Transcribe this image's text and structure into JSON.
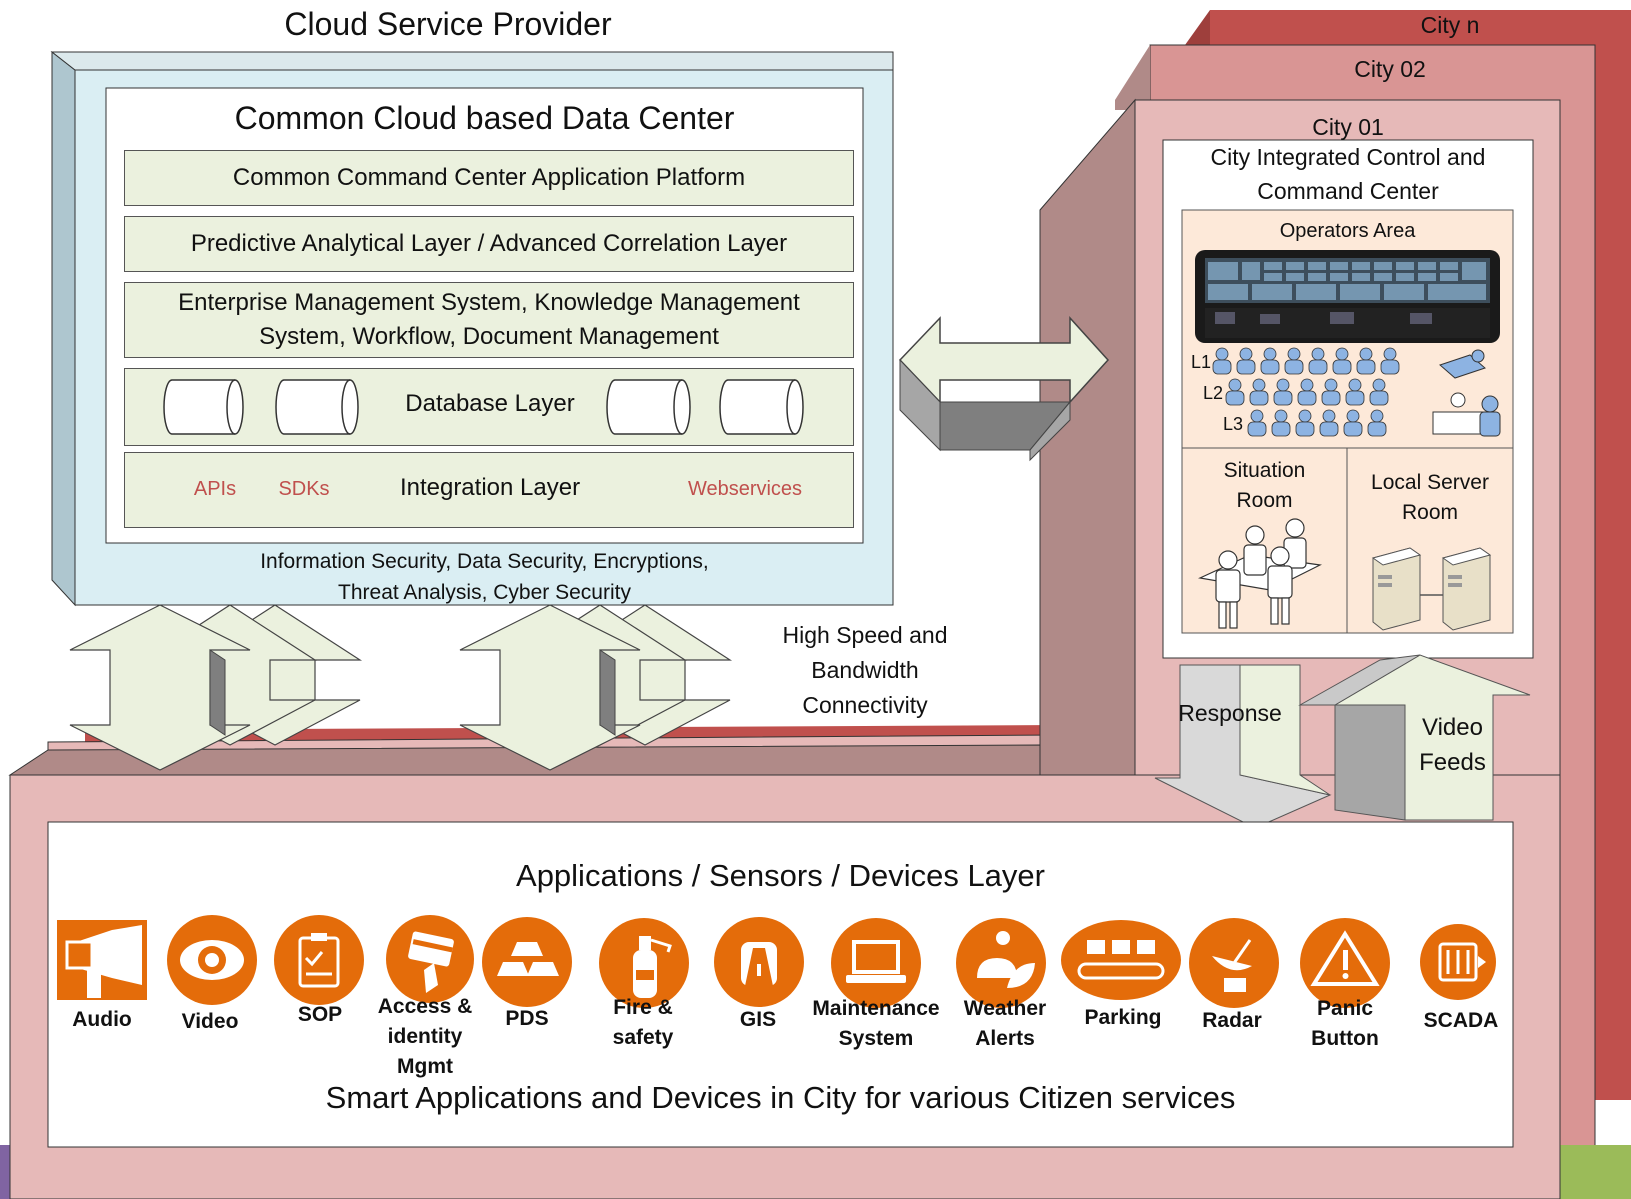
{
  "cloud": {
    "provider_title": "Cloud Service Provider",
    "datacenter_title": "Common Cloud based Data Center",
    "layers": {
      "command_platform": "Common Command Center Application Platform",
      "analytics": "Predictive Analytical Layer / Advanced Correlation Layer",
      "enterprise_line1": "Enterprise Management System, Knowledge Management",
      "enterprise_line2": "System, Workflow, Document Management",
      "database": "Database Layer",
      "integration": "Integration Layer",
      "integration_items": [
        "APIs",
        "SDKs",
        "Webservices"
      ]
    },
    "security_line1": "Information Security, Data Security, Encryptions,",
    "security_line2": "Threat Analysis, Cyber Security"
  },
  "connectivity": {
    "line1": "High Speed and",
    "line2": "Bandwidth",
    "line3": "Connectivity"
  },
  "cities": {
    "city_n": "City n",
    "city_02": "City 02",
    "city_01": "City 01",
    "control_center_line1": "City Integrated Control and",
    "control_center_line2": "Command Center",
    "operators_area": "Operators Area",
    "levels": [
      "L1",
      "L2",
      "L3"
    ],
    "situation_room_line1": "Situation",
    "situation_room_line2": "Room",
    "server_room_line1": "Local Server",
    "server_room_line2": "Room",
    "response": "Response",
    "video_feeds_line1": "Video",
    "video_feeds_line2": "Feeds"
  },
  "apps_layer": {
    "title": "Applications / Sensors / Devices Layer",
    "footer": "Smart Applications and Devices in City for various Citizen services",
    "items": [
      {
        "label1": "Audio",
        "label2": "",
        "label3": "",
        "icon": "megaphone-icon"
      },
      {
        "label1": "Video",
        "label2": "",
        "label3": "",
        "icon": "eye-icon"
      },
      {
        "label1": "SOP",
        "label2": "",
        "label3": "",
        "icon": "checklist-icon"
      },
      {
        "label1": "Access &",
        "label2": "identity",
        "label3": "Mgmt",
        "icon": "access-card-icon"
      },
      {
        "label1": "PDS",
        "label2": "",
        "label3": "",
        "icon": "gold-bars-icon"
      },
      {
        "label1": "Fire &",
        "label2": "safety",
        "label3": "",
        "icon": "fire-extinguisher-icon"
      },
      {
        "label1": "GIS",
        "label2": "",
        "label3": "",
        "icon": "road-icon"
      },
      {
        "label1": "Maintenance",
        "label2": "System",
        "label3": "",
        "icon": "laptop-icon"
      },
      {
        "label1": "Weather",
        "label2": "Alerts",
        "label3": "",
        "icon": "weather-icon"
      },
      {
        "label1": "Parking",
        "label2": "",
        "label3": "",
        "icon": "parking-icon"
      },
      {
        "label1": "Radar",
        "label2": "",
        "label3": "",
        "icon": "satellite-dish-icon"
      },
      {
        "label1": "Panic",
        "label2": "Button",
        "label3": "",
        "icon": "warning-icon"
      },
      {
        "label1": "SCADA",
        "label2": "",
        "label3": "",
        "icon": "control-panel-icon"
      }
    ]
  },
  "colors": {
    "app_orange": "#e46c0a",
    "layer_green": "#ebf1de",
    "cloud_blue": "#daeef3",
    "city_pink": "#e6b9b8",
    "city_dark": "#b08a88",
    "city_red": "#c0504d",
    "api_red": "#c0504d"
  }
}
